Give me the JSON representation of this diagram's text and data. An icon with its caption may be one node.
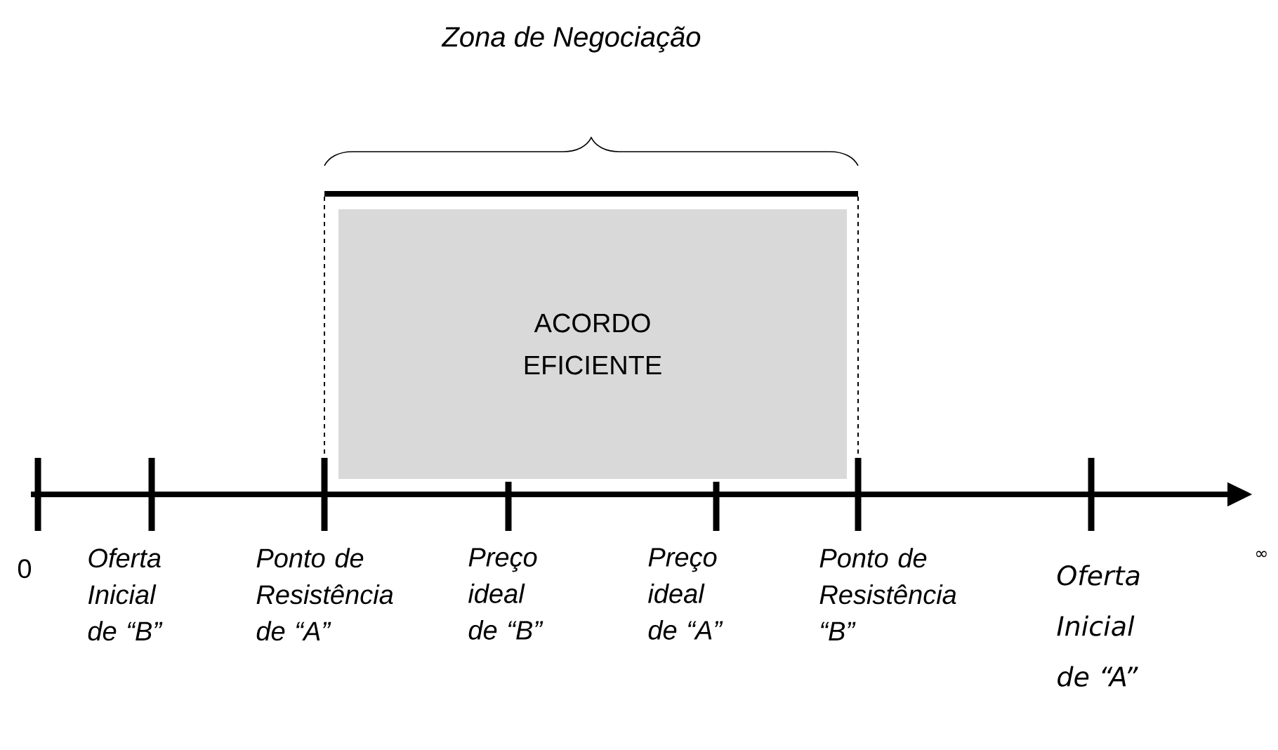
{
  "diagram": {
    "title": "Zona de Negociação",
    "nodes": [
      {
        "text": [
          "ACORDO EFICIENTE"
        ]
      }
    ],
    "labels": [
      "0",
      "Oferta Inicial de “B”",
      "Ponto de Resistência de “A”",
      "Preço ideal de “B”",
      "Preço ideal de “A”",
      "Ponto de Resistência “B”",
      "Oferta Inicial de “A”",
      "∞"
    ]
  }
}
